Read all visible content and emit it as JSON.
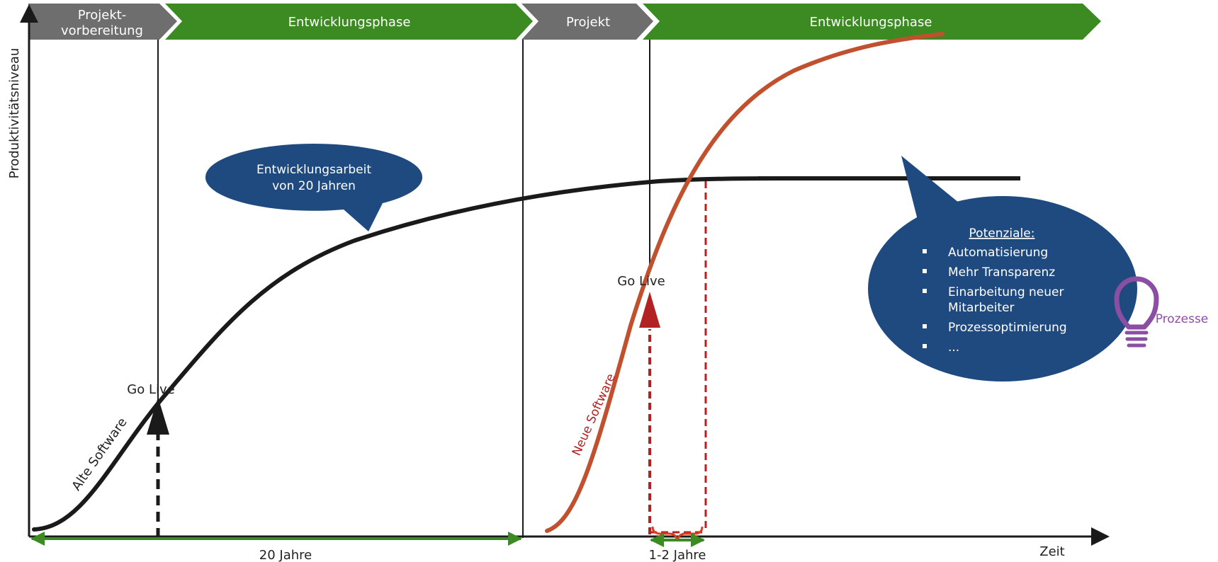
{
  "axes": {
    "y_label": "Produktivitätsniveau",
    "x_label": "Zeit"
  },
  "phases": [
    {
      "label_line1": "Projekt-",
      "label_line2": "vorbereitung",
      "color": "#6e6e6e"
    },
    {
      "label": "Entwicklungsphase",
      "color": "#3b8a22"
    },
    {
      "label": "Projekt",
      "color": "#6e6e6e"
    },
    {
      "label": "Entwicklungsphase",
      "color": "#3b8a22"
    }
  ],
  "old_software": {
    "curve_label": "Alte Software",
    "go_live": "Go Live",
    "bubble_line1": "Entwicklungsarbeit",
    "bubble_line2": "von 20 Jahren",
    "duration": "20 Jahre",
    "color": "#1a1a1a"
  },
  "new_software": {
    "curve_label": "Neue Software",
    "go_live": "Go Live",
    "duration": "1-2 Jahre",
    "color": "#c0502e",
    "marker_color": "#b22222"
  },
  "potentials": {
    "title": "Potenziale:",
    "items": [
      "Automatisierung",
      "Mehr Transparenz",
      "Einarbeitung neuer",
      "Mitarbeiter",
      "Prozessoptimierung",
      "..."
    ],
    "bubble_color": "#1f4a7f"
  },
  "process_icon": {
    "label": "Prozesse",
    "icon": "lightbulb-icon",
    "color": "#8a4ea3"
  }
}
